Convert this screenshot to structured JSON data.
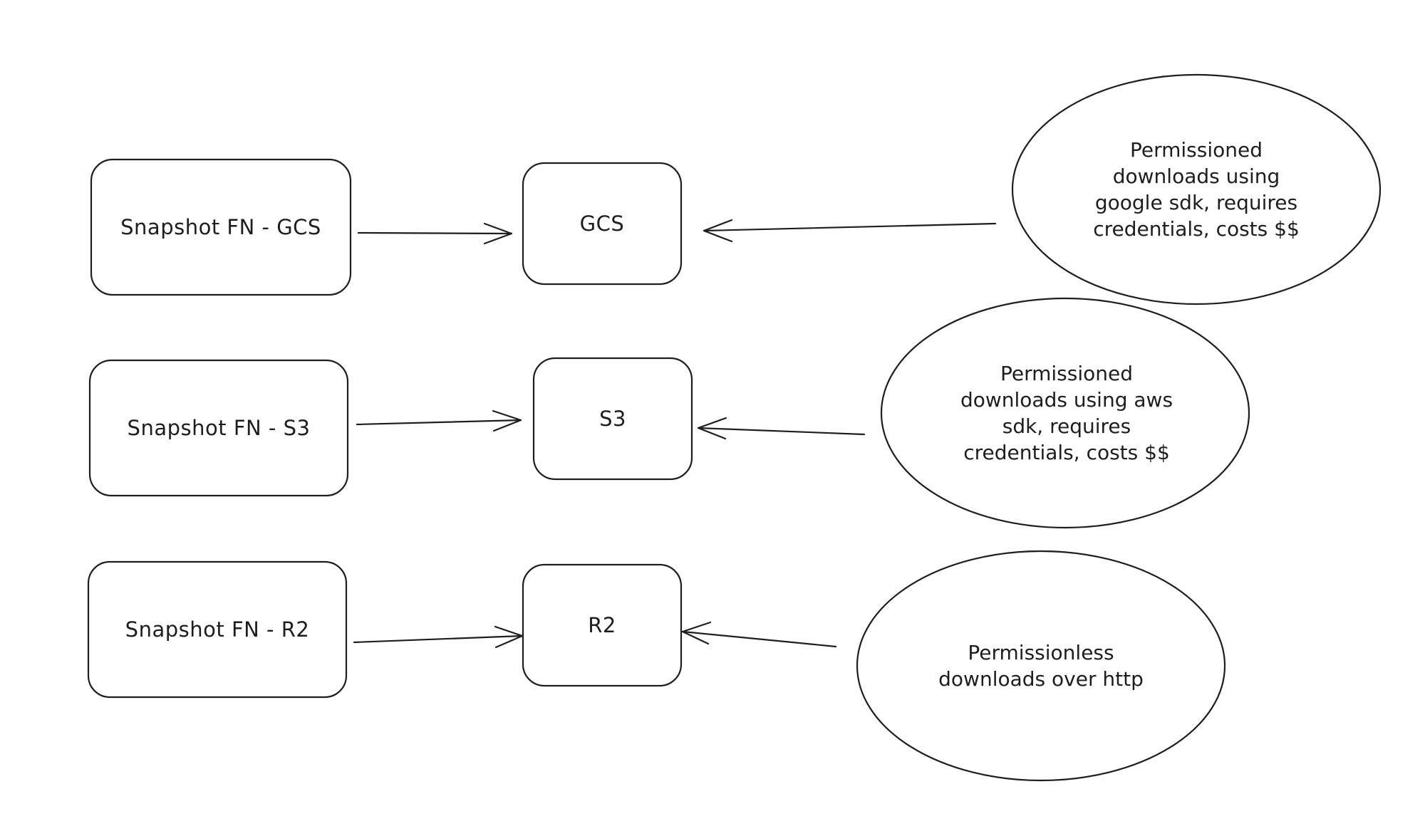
{
  "diagram": {
    "colors": {
      "stroke": "#1e1e1e",
      "background": "#ffffff"
    },
    "rows": [
      {
        "source": "Snapshot FN - GCS",
        "storage": "GCS",
        "note": "Permissioned downloads using google sdk, requires credentials, costs $$"
      },
      {
        "source": "Snapshot FN - S3",
        "storage": "S3",
        "note": "Permissioned downloads using aws sdk, requires credentials, costs $$"
      },
      {
        "source": "Snapshot FN - R2",
        "storage": "R2",
        "note": "Permissionless downloads over http"
      }
    ]
  }
}
